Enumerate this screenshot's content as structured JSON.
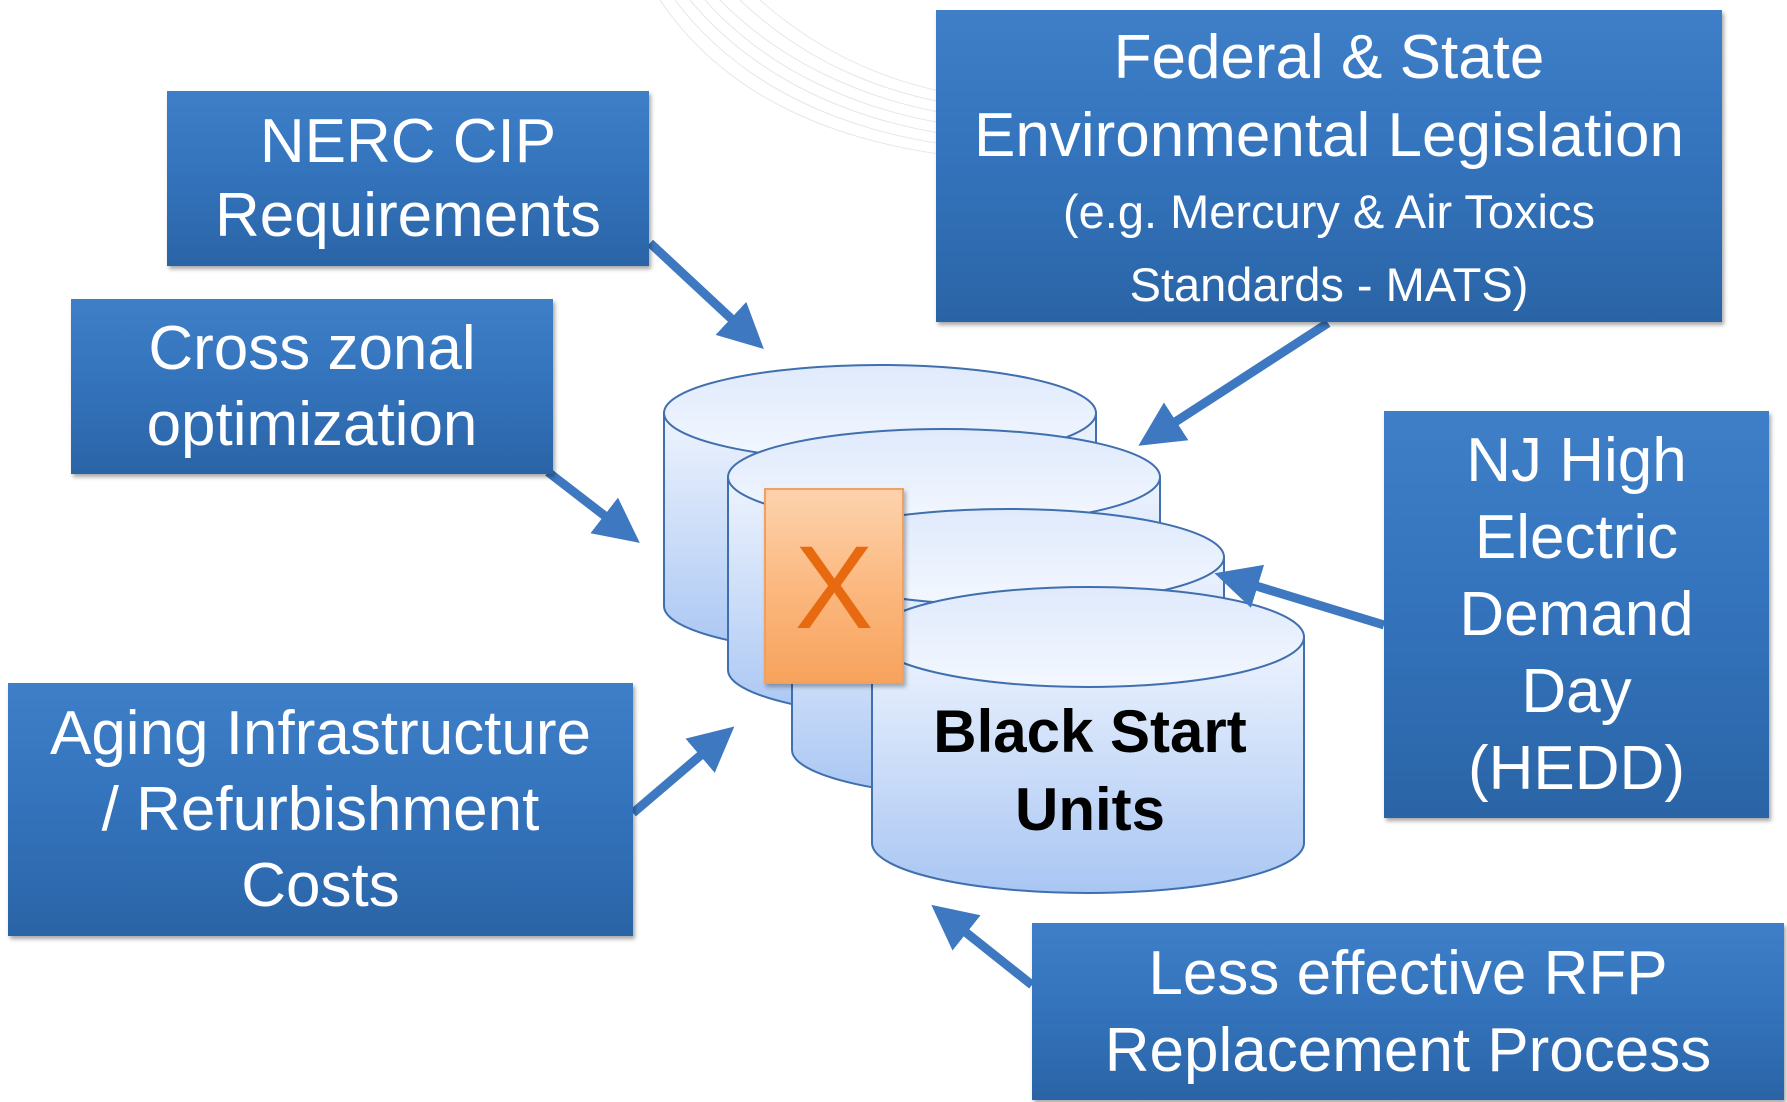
{
  "boxes": {
    "nerc": [
      "NERC CIP",
      "Requirements"
    ],
    "cross_zonal": [
      "Cross zonal",
      "optimization"
    ],
    "aging": [
      "Aging Infrastructure",
      "/ Refurbishment",
      "Costs"
    ],
    "federal": {
      "title": [
        "Federal & State",
        "Environmental Legislation"
      ],
      "note": [
        "(e.g. Mercury & Air Toxics",
        "Standards - MATS)"
      ]
    },
    "nj_hedd": [
      "NJ High",
      "Electric",
      "Demand",
      "Day",
      "(HEDD)"
    ],
    "rfp": [
      "Less effective RFP",
      "Replacement Process"
    ]
  },
  "center": {
    "label": [
      "Black Start",
      "Units"
    ],
    "removed_mark": "X"
  },
  "colors": {
    "box_blue": "#3474bd",
    "arrow_blue": "#3d78c0",
    "cylinder_fill": "#dce8fb",
    "cylinder_stroke": "#3f6fae",
    "x_fill": "#fbb67c",
    "x_text": "#e86a10"
  }
}
